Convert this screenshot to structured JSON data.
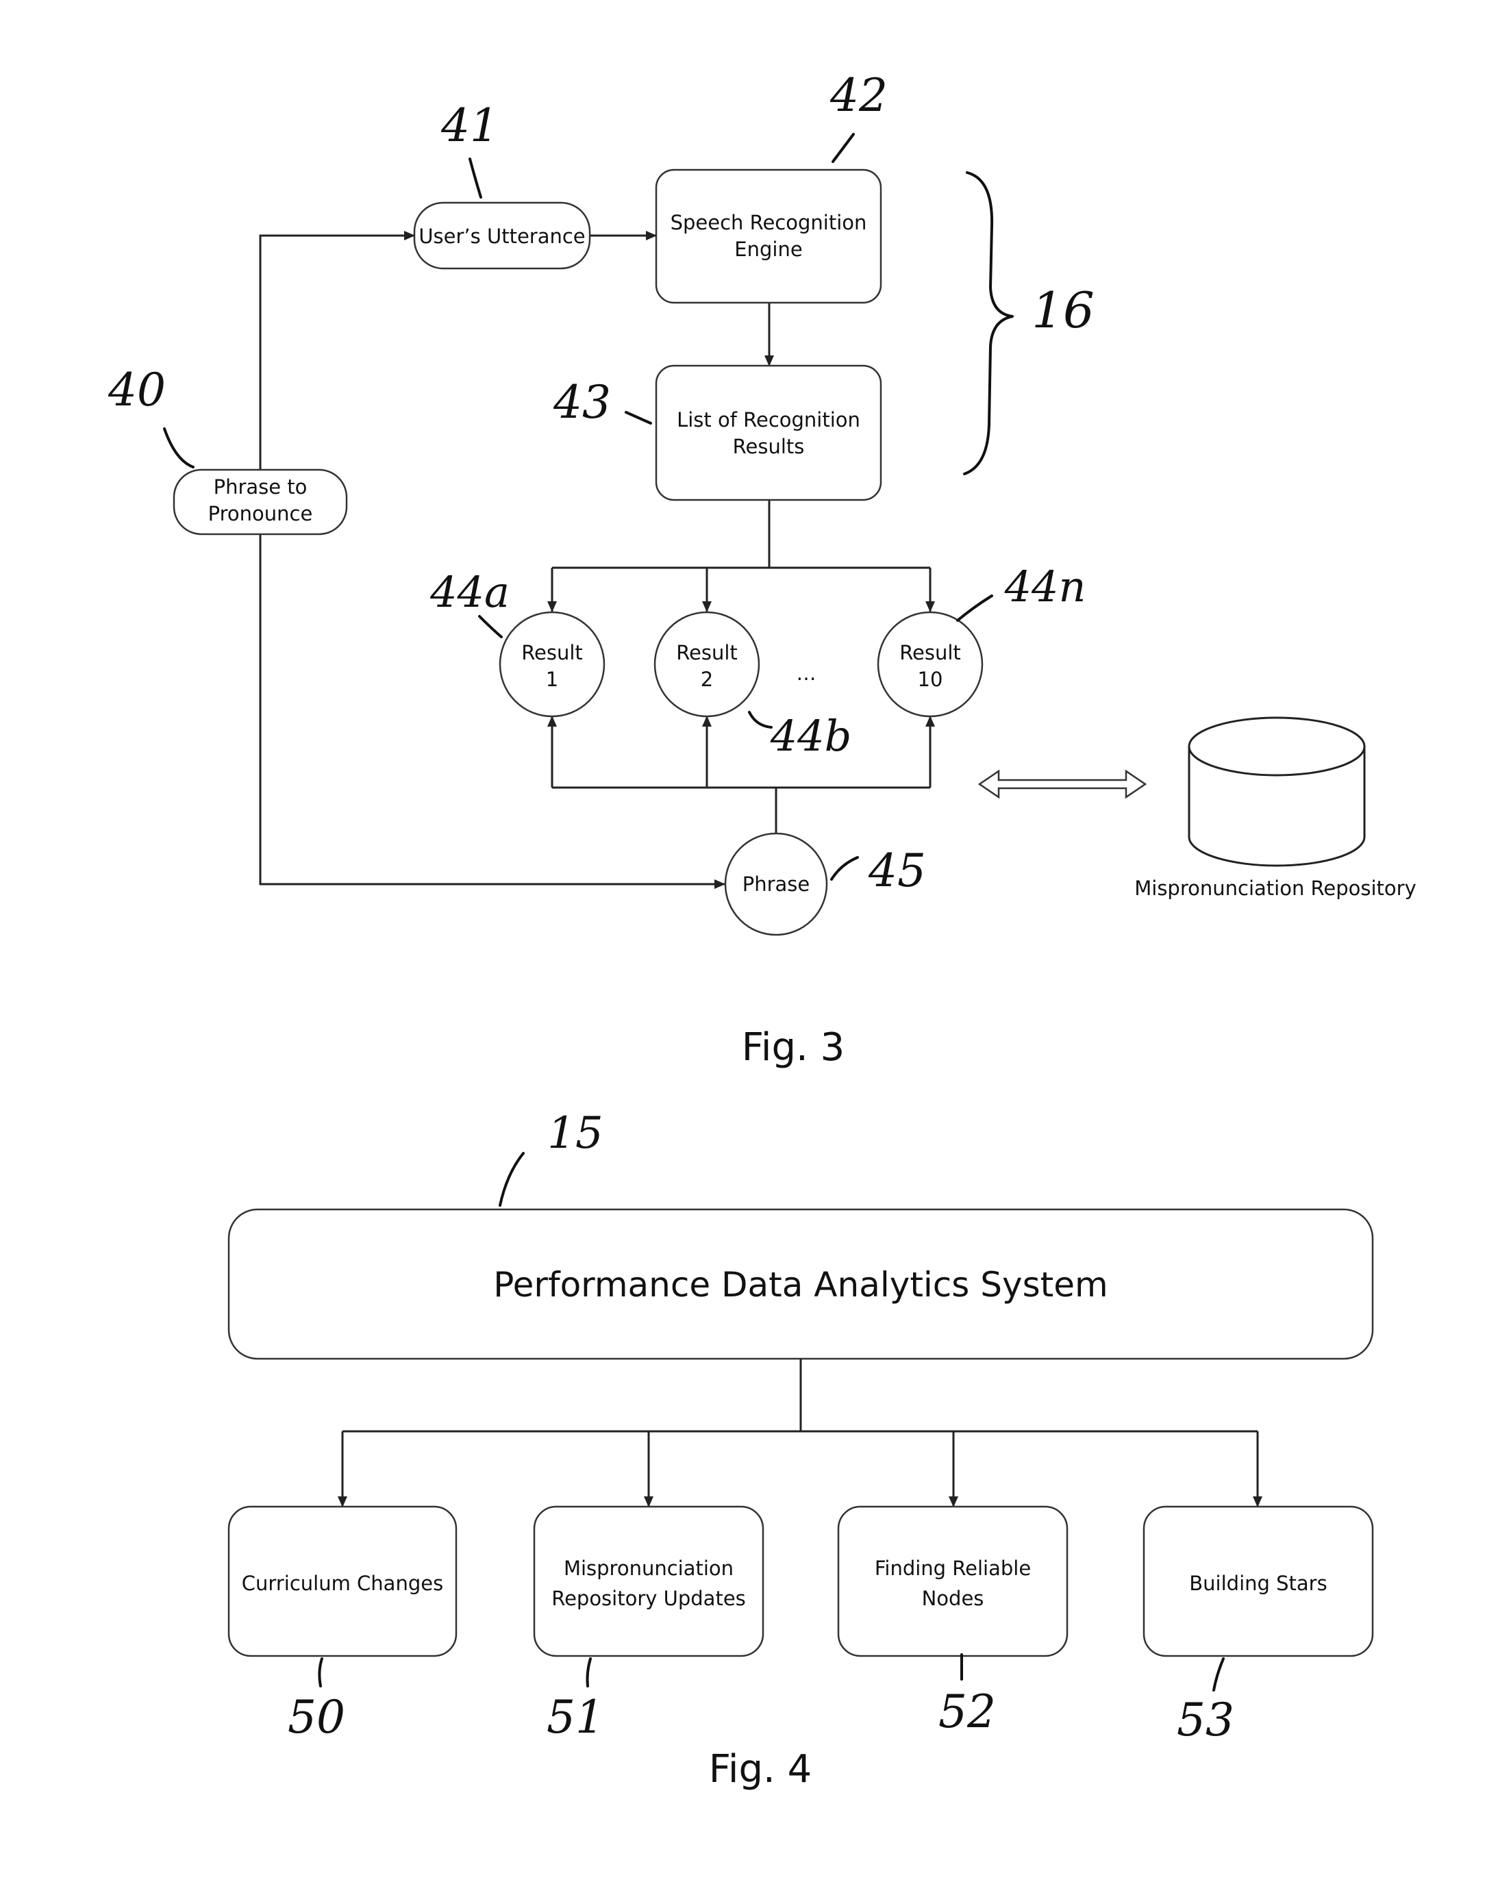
{
  "fig3": {
    "caption": "Fig. 3",
    "nodes": {
      "phrase_to_pronounce": [
        "Phrase to",
        "Pronounce"
      ],
      "users_utterance": "User’s Utterance",
      "speech_engine": [
        "Speech Recognition",
        "Engine"
      ],
      "recognition_list": [
        "List of Recognition",
        "Results"
      ],
      "result1": [
        "Result",
        "1"
      ],
      "result2": [
        "Result",
        "2"
      ],
      "ellipsis": "…",
      "result10": [
        "Result",
        "10"
      ],
      "phrase": "Phrase",
      "repository": "Mispronunciation Repository"
    },
    "refs": {
      "r40": "40",
      "r41": "41",
      "r42": "42",
      "r43": "43",
      "r16": "16",
      "r44a": "44a",
      "r44b": "44b",
      "r44n": "44n",
      "r45": "45"
    }
  },
  "fig4": {
    "caption": "Fig. 4",
    "system": "Performance Data Analytics System",
    "children": [
      [
        "Curriculum Changes"
      ],
      [
        "Mispronunciation",
        "Repository Updates"
      ],
      [
        "Finding Reliable",
        "Nodes"
      ],
      [
        "Building Stars"
      ]
    ],
    "refs": {
      "r15": "15",
      "r50": "50",
      "r51": "51",
      "r52": "52",
      "r53": "53"
    }
  }
}
